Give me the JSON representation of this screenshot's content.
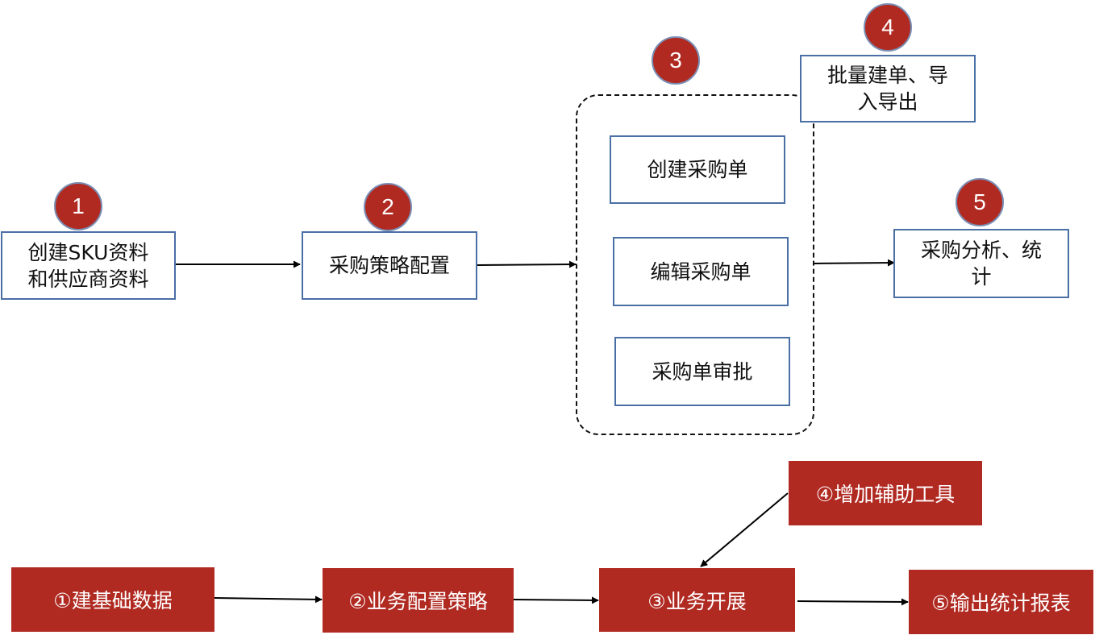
{
  "top_flow": {
    "badges": [
      "1",
      "2",
      "3",
      "4",
      "5"
    ],
    "step1": {
      "line1": "创建SKU资料",
      "line2": "和供应商资料"
    },
    "step2": {
      "label": "采购策略配置"
    },
    "step3": {
      "items": [
        "创建采购单",
        "编辑采购单",
        "采购单审批"
      ]
    },
    "step4": {
      "line1": "批量建单、导",
      "line2": "入导出"
    },
    "step5": {
      "line1": "采购分析、统",
      "line2": "计"
    }
  },
  "bottom_flow": {
    "step1": "①建基础数据",
    "step2": "②业务配置策略",
    "step3": "③业务开展",
    "step4": "④增加辅助工具",
    "step5": "⑤输出统计报表"
  },
  "colors": {
    "accent_red": "#b02a22",
    "box_border": "#4a6fa5"
  }
}
